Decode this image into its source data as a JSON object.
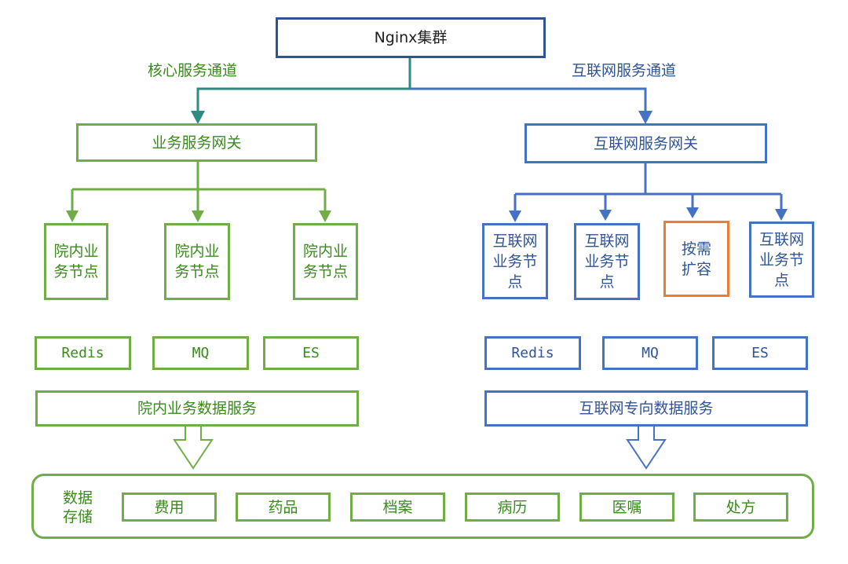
{
  "diagram": {
    "top": {
      "label": "Nginx集群"
    },
    "channels": {
      "core": "核心服务通道",
      "internet": "互联网服务通道"
    },
    "gateways": {
      "business": "业务服务网关",
      "internet": "互联网服务网关"
    },
    "left_nodes": [
      "院内业务节点",
      "院内业务节点",
      "院内业务节点"
    ],
    "right_nodes": [
      "互联网业务节点",
      "互联网业务节点",
      "按需扩容",
      "互联网业务节点"
    ],
    "left_middleware": [
      "Redis",
      "MQ",
      "ES"
    ],
    "right_middleware": [
      "Redis",
      "MQ",
      "ES"
    ],
    "data_services": {
      "left": "院内业务数据服务",
      "right": "互联网专向数据服务"
    },
    "storage": {
      "label": "数据存储",
      "items": [
        "费用",
        "药品",
        "档案",
        "病历",
        "医嘱",
        "处方"
      ]
    }
  },
  "colors": {
    "green": "#70ad47",
    "blue": "#4472c4",
    "teal": "#2e8b82",
    "orange": "#ed7d31",
    "dark_blue": "#2f5496"
  },
  "icons": [
    "arrow-down-icon",
    "hollow-arrow-down-icon"
  ]
}
